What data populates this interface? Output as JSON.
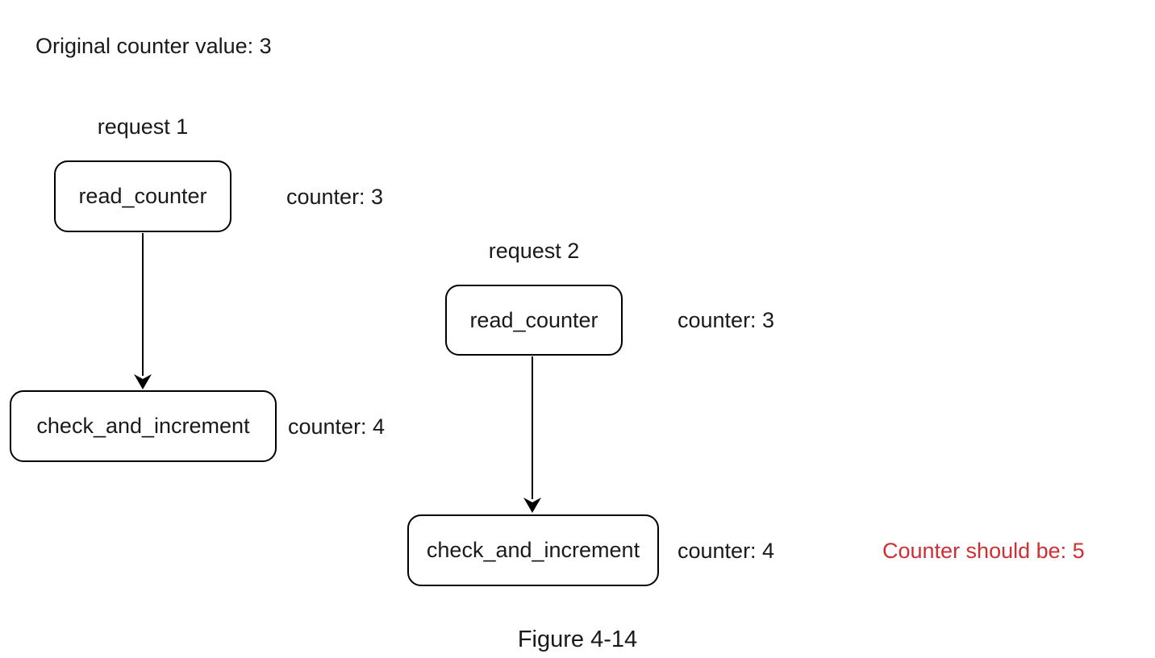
{
  "diagram": {
    "title": "Original counter value: 3",
    "caption": "Figure 4-14",
    "warning_note": "Counter should be: 5",
    "colors": {
      "background": "#ffffff",
      "text": "#1a1a1a",
      "box_border": "#000000",
      "arrow": "#000000",
      "warning_text": "#cf2e33"
    },
    "requests": [
      {
        "label": "request 1",
        "steps": [
          {
            "node": "read_counter",
            "state": "counter: 3"
          },
          {
            "node": "check_and_increment",
            "state": "counter: 4"
          }
        ]
      },
      {
        "label": "request 2",
        "steps": [
          {
            "node": "read_counter",
            "state": "counter: 3"
          },
          {
            "node": "check_and_increment",
            "state": "counter: 4"
          }
        ]
      }
    ]
  }
}
